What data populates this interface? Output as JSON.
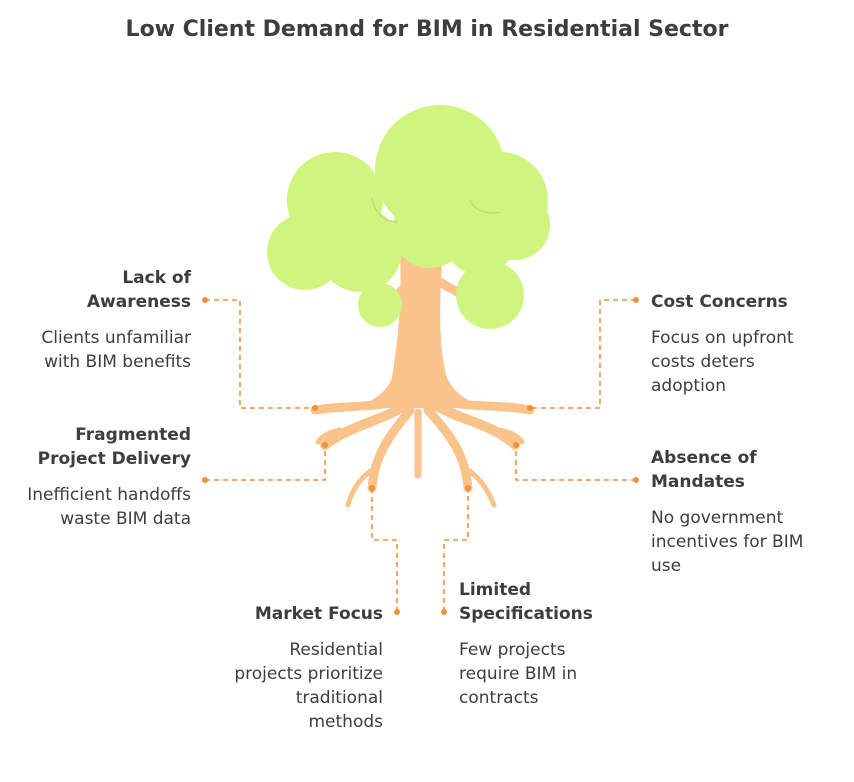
{
  "title": "Low Client Demand for BIM in Residential Sector",
  "colors": {
    "foliage": "#cff57f",
    "foliage_light": "#d8f88d",
    "trunk": "#fbc38c",
    "connector": "#f0913a",
    "text": "#3d3d3d"
  },
  "factors": [
    {
      "id": "awareness",
      "title": "Lack of Awareness",
      "description": "Clients unfamiliar with BIM benefits"
    },
    {
      "id": "cost",
      "title": "Cost Concerns",
      "description": "Focus on upfront costs deters adoption"
    },
    {
      "id": "fragmented",
      "title": "Fragmented Project Delivery",
      "description": "Inefficient handoffs waste BIM data"
    },
    {
      "id": "mandates",
      "title": "Absence of Mandates",
      "description": "No government incentives for BIM use"
    },
    {
      "id": "market",
      "title": "Market Focus",
      "description": "Residential projects prioritize traditional methods"
    },
    {
      "id": "specs",
      "title": "Limited Specifications",
      "description": "Few projects require BIM in contracts"
    }
  ]
}
